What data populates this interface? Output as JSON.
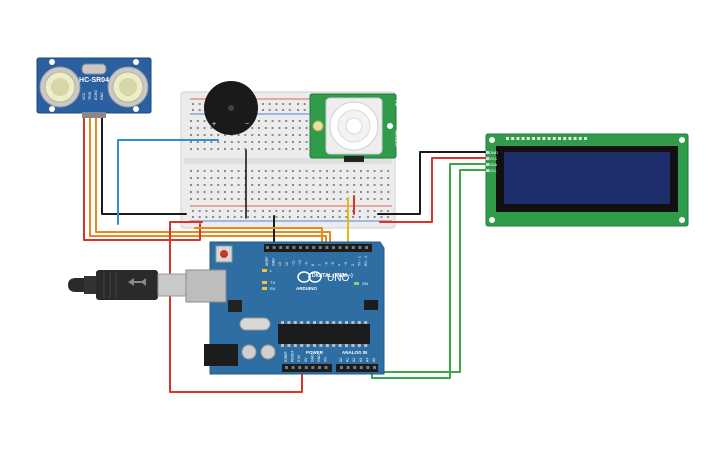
{
  "colors": {
    "background": "#ffffff",
    "breadboard": "#ececec",
    "arduino_board": "#2f6ea3",
    "lcd_board": "#2f9b4b",
    "lcd_screen": "#1f2f6b",
    "sensor_board": "#2a5fa0",
    "pir_board": "#2f9b4b",
    "buzzer": "#1a1a1a",
    "wire_black": "#1a1a1a",
    "wire_red": "#d9342b",
    "wire_orange": "#e68a1a",
    "wire_blue": "#2b8fd9",
    "wire_green": "#3aa846",
    "wire_yellow": "#e6b81a"
  },
  "components": {
    "ultrasonic": {
      "label": "HC-SR04",
      "icon": "ultrasonic-sensor-icon",
      "pins": [
        "VCC",
        "TRIG",
        "ECHO",
        "GND"
      ]
    },
    "buzzer": {
      "icon": "buzzer-icon",
      "plus": "+",
      "minus": "−"
    },
    "pir": {
      "icon": "pir-sensor-icon",
      "side_text": "PIR",
      "side_text2": "SENSOR"
    },
    "lcd": {
      "icon": "lcd-16x2-icon",
      "pins": [
        "GND",
        "VCC",
        "SDA",
        "SCL"
      ]
    },
    "usb": {
      "icon": "usb-cable-icon"
    },
    "arduino": {
      "icon": "arduino-uno-board",
      "model": "UNO",
      "brand": "ARDUINO",
      "digital_label": "DIGITAL (PWM ~)",
      "power_label": "POWER",
      "analog_label": "ANALOG IN",
      "led_labels": [
        "L",
        "TX",
        "RX",
        "ON"
      ],
      "top_pins": [
        "AREF",
        "GND",
        "13",
        "12",
        "~11",
        "~10",
        "~9",
        "8",
        "7",
        "~6",
        "~5",
        "4",
        "~3",
        "2",
        "TX→1",
        "RX←0"
      ],
      "power_pins": [
        "IOREF",
        "RESET",
        "3.3V",
        "5V",
        "GND",
        "GND",
        "Vin"
      ],
      "analog_pins": [
        "A0",
        "A1",
        "A2",
        "A3",
        "A4",
        "A5"
      ]
    }
  }
}
